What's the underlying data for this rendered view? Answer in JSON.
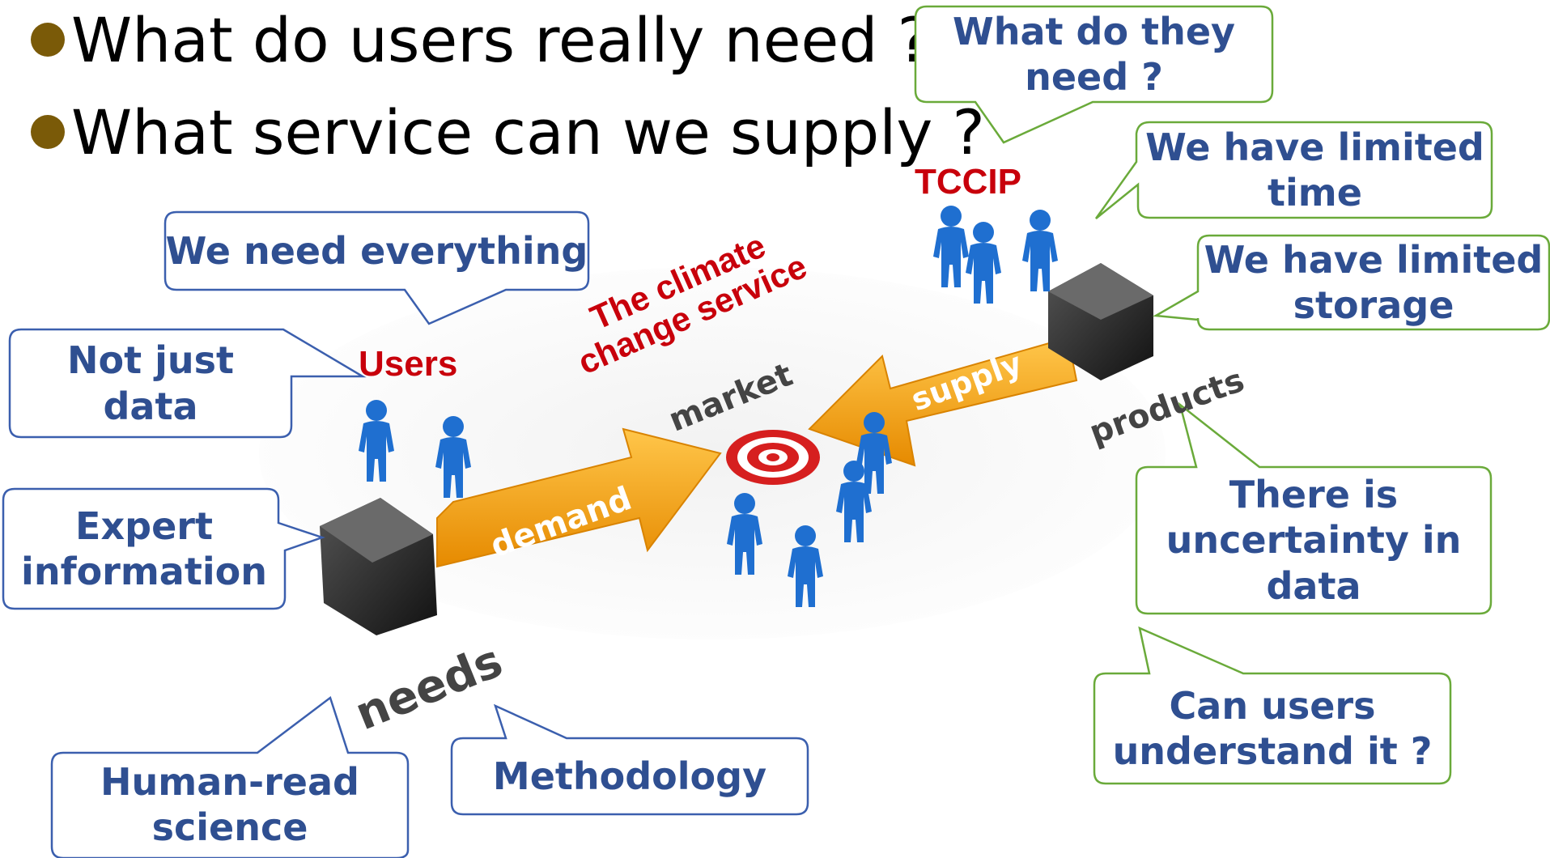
{
  "bullets": [
    "What do users really need ?",
    "What service can we supply ?"
  ],
  "labels": {
    "users": "Users",
    "tccip": "TCCIP",
    "market_title": "The climate\nchange service",
    "market": "market",
    "demand": "demand",
    "supply": "supply",
    "needs": "needs",
    "products": "products"
  },
  "callouts": {
    "what_do_they_need": "What do they\nneed ?",
    "limited_time": "We have limited\ntime",
    "limited_storage": "We have limited\nstorage",
    "need_everything": "We need everything",
    "not_just_data": "Not just\ndata",
    "expert_information": "Expert\ninformation",
    "uncertainty": "There is\nuncertainty in\ndata",
    "can_users_understand": "Can users\nunderstand it ?",
    "human_read_science": "Human-read\nscience",
    "methodology": "Methodology"
  },
  "colors": {
    "blue_border": "#3b5fae",
    "green_border": "#6aaa3a",
    "callout_text": "#2f4f91",
    "red_label": "#c8000b",
    "bullet_dot": "#7a5a08",
    "arrow": "#f5a623",
    "figure": "#1f6fd0"
  }
}
